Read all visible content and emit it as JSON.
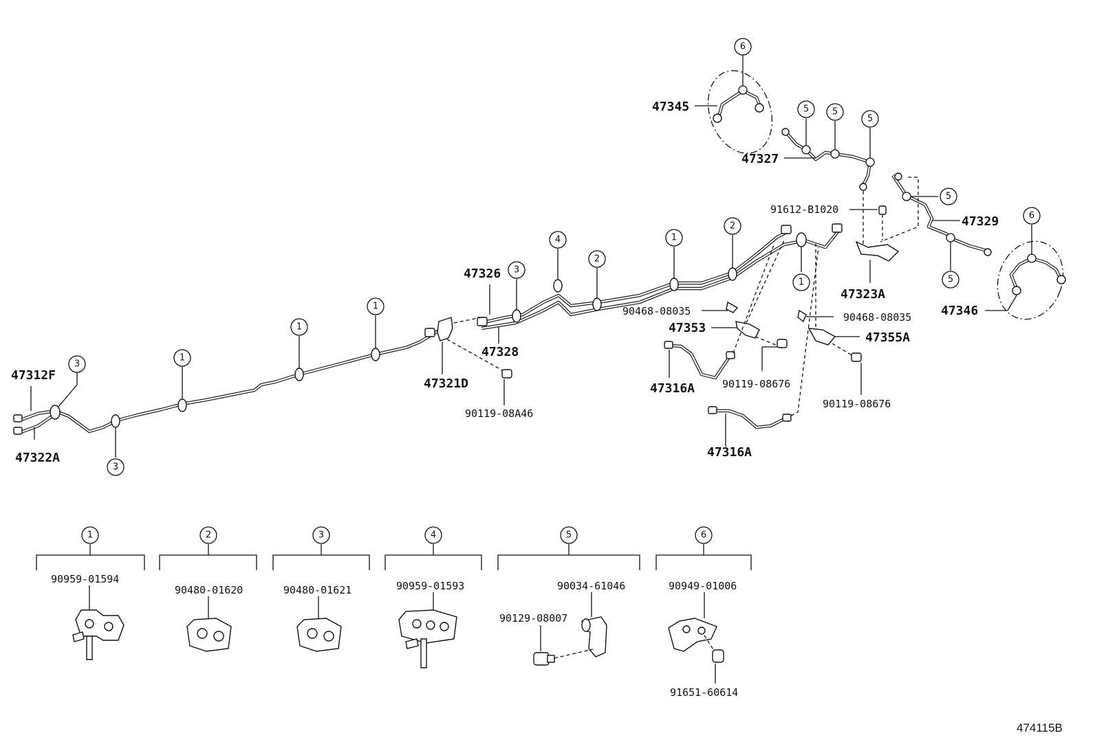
{
  "parts": {
    "p47345": "47345",
    "p47327": "47327",
    "p91612": "91612-B1020",
    "p47329": "47329",
    "p47323A": "47323A",
    "p47346": "47346",
    "p90468a": "90468-08035",
    "p90468b": "90468-08035",
    "p47353": "47353",
    "p47355A": "47355A",
    "p47326": "47326",
    "p47328": "47328",
    "p47321D": "47321D",
    "p90119a": "90119-08A46",
    "p47316Aa": "47316A",
    "p90119b": "90119-08676",
    "p90119c": "90119-08676",
    "p47316Ab": "47316A",
    "p47312F": "47312F",
    "p47322A": "47322A"
  },
  "clamps": [
    {
      "key": "1",
      "part": "90959-01594"
    },
    {
      "key": "2",
      "part": "90480-01620"
    },
    {
      "key": "3",
      "part": "90480-01621"
    },
    {
      "key": "4",
      "part": "90959-01593"
    },
    {
      "key": "5",
      "part": "90034-61046",
      "extra": "90129-08007"
    },
    {
      "key": "6",
      "part": "90949-01006",
      "extra": "91651-60614"
    }
  ],
  "callouts": [
    "6",
    "5",
    "5",
    "5",
    "5",
    "5",
    "6",
    "1",
    "2",
    "4",
    "2",
    "1",
    "3",
    "1",
    "1",
    "1",
    "3",
    "3"
  ],
  "reference": "474115B"
}
